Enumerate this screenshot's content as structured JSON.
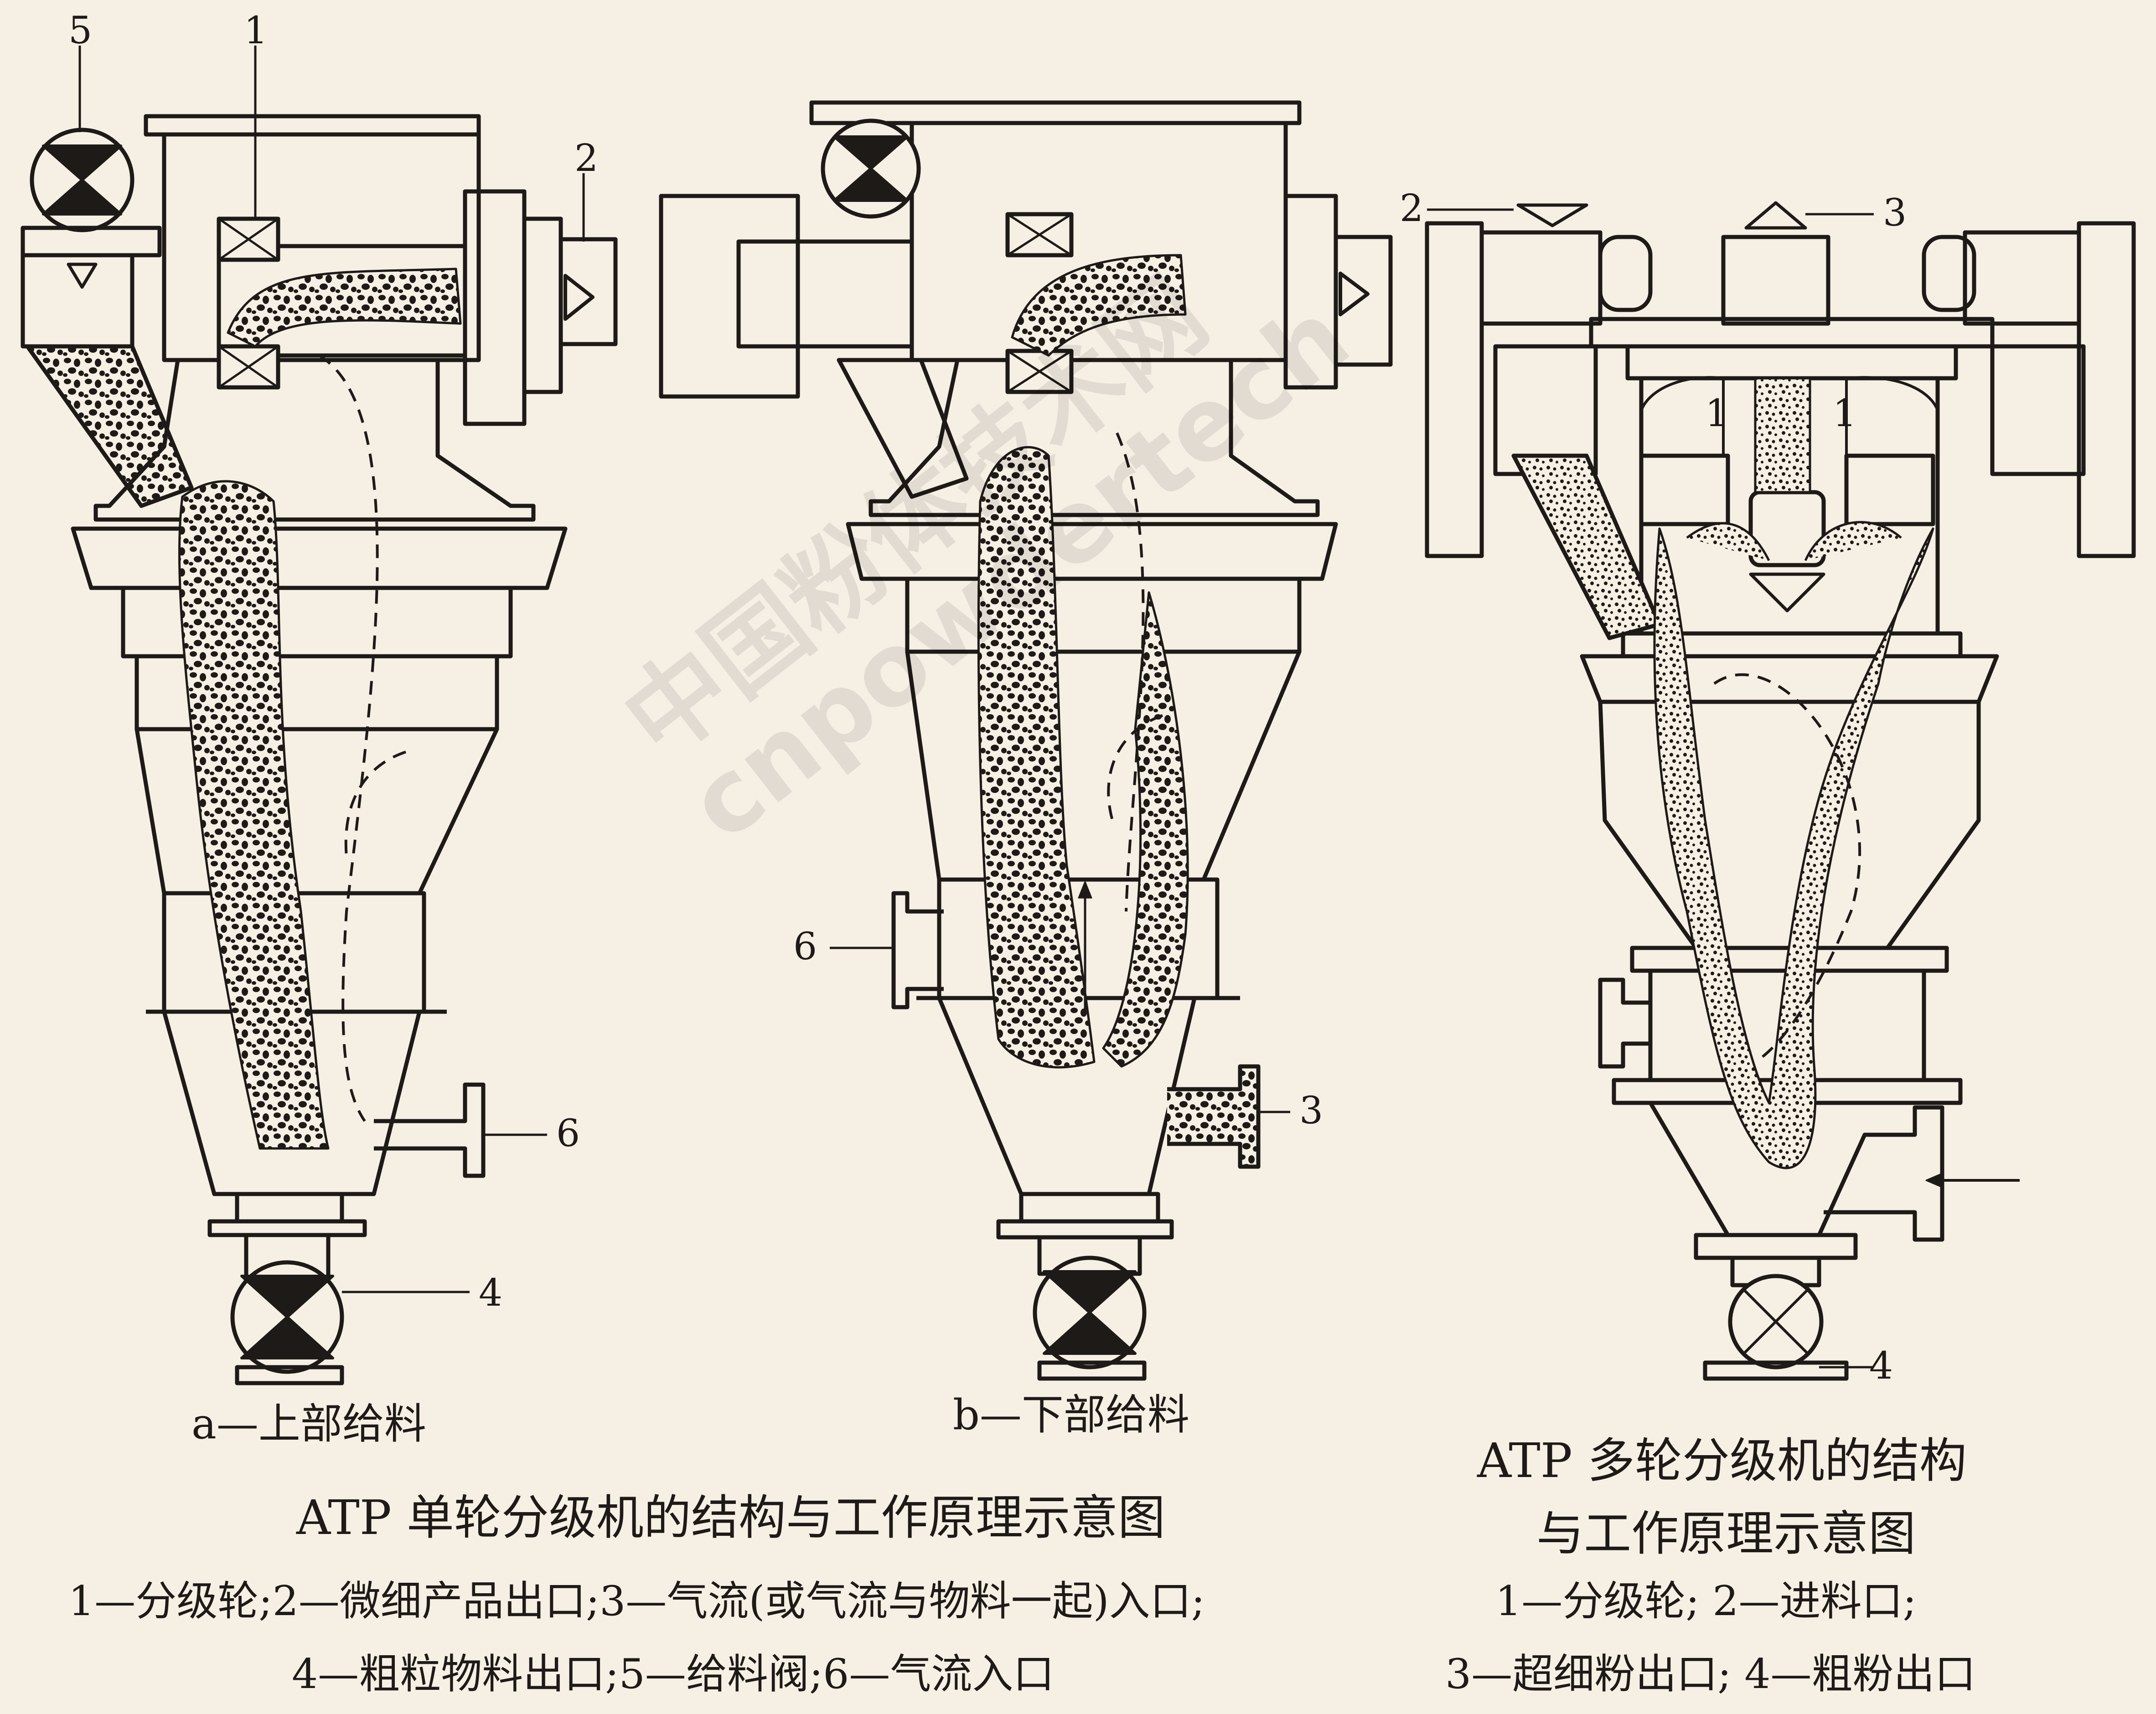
{
  "diagram_a": {
    "caption": "a—上部给料",
    "labels": {
      "n1": "1",
      "n2": "2",
      "n4": "4",
      "n5": "5",
      "n6": "6"
    }
  },
  "diagram_b": {
    "caption": "b—下部给料",
    "labels": {
      "n3": "3",
      "n6": "6"
    }
  },
  "diagram_c": {
    "labels": {
      "n1a": "1",
      "n1b": "1",
      "n2": "2",
      "n3": "3",
      "n4": "4"
    }
  },
  "captions": {
    "single_title": "ATP 单轮分级机的结构与工作原理示意图",
    "single_legend_1": "1—分级轮;2—微细产品出口;3—气流(或气流与物料一起)入口;",
    "single_legend_2": "4—粗粒物料出口;5—给料阀;6—气流入口",
    "multi_title_1": "ATP 多轮分级机的结构",
    "multi_title_2": "与工作原理示意图",
    "multi_legend_1": "1—分级轮; 2—进料口;",
    "multi_legend_2": "3—超细粉出口; 4—粗粉出口"
  },
  "watermark": {
    "line1": "中国粉体技术网",
    "line2": "cnpowdertech"
  },
  "colors": {
    "paper": "#f6efe4",
    "ink": "#1e1a17"
  }
}
